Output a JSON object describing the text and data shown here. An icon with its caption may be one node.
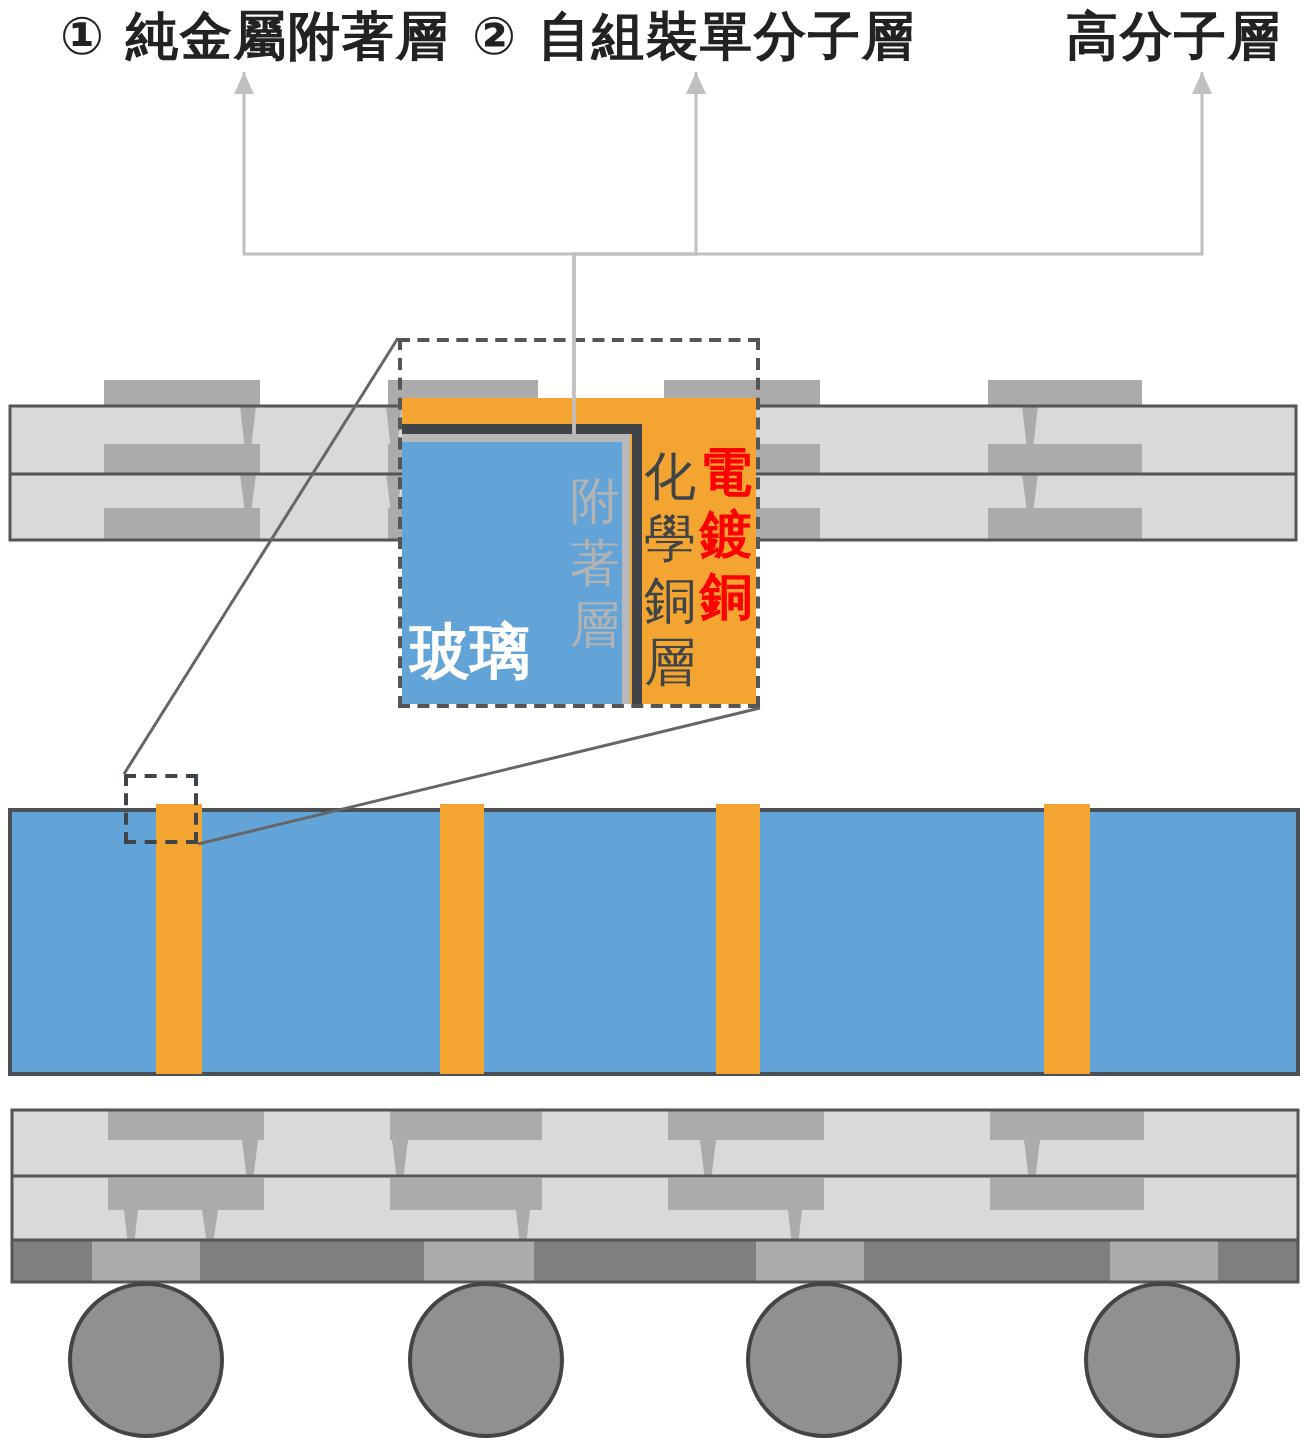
{
  "diagram": {
    "nodes": [
      {
        "text": [
          "① 純金屬附著層"
        ]
      },
      {
        "text": [
          "② 自組裝單分子層"
        ]
      },
      {
        "text": [
          "高分子層"
        ]
      },
      {
        "text": [],
        "shape": "box"
      },
      {
        "text": [
          "電鍍銅"
        ],
        "in": 3
      },
      {
        "text": [
          "化學銅層"
        ],
        "in": 4
      },
      {
        "text": [
          "附著層"
        ],
        "in": 5
      },
      {
        "text": [
          "玻璃"
        ],
        "in": 6
      },
      {
        "text": [],
        "shape": "box"
      }
    ],
    "edges": [
      {
        "from": 6,
        "to": 0,
        "arrow": "to"
      },
      {
        "from": 6,
        "to": 1,
        "arrow": "to"
      },
      {
        "from": 6,
        "to": 2,
        "arrow": "to"
      },
      {
        "from": 8,
        "to": 3,
        "arrow": "none",
        "color": "#666666"
      },
      {
        "from": 8,
        "to": 3,
        "arrow": "none",
        "color": "#666666"
      }
    ]
  }
}
